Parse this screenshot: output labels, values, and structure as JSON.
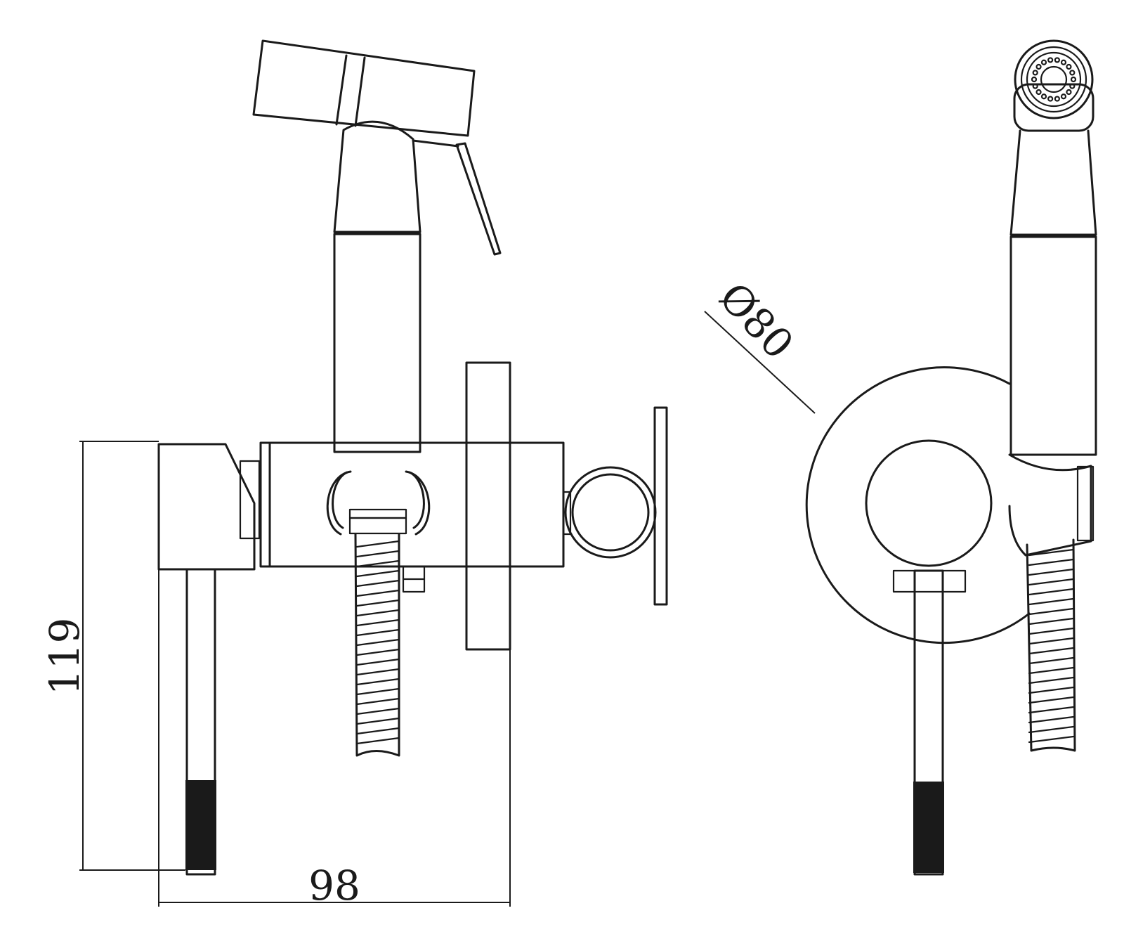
{
  "dimensions": {
    "height_label": "119",
    "width_label": "98",
    "diameter_label": "Ø80"
  },
  "colors": {
    "line": "#1a1a1a",
    "background": "#ffffff"
  }
}
